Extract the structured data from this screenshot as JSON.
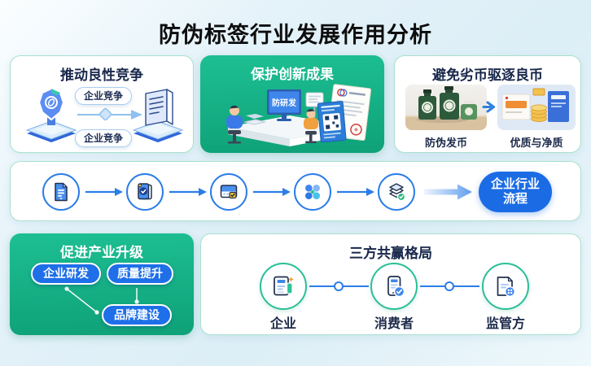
{
  "title": "防伪标签行业发展作用分析",
  "competition": {
    "title": "推动良性竞争",
    "pill_top": "企业竞争",
    "pill_bottom": "企业竞争"
  },
  "innovation": {
    "title": "保护创新成果",
    "monitor_text": "防研发"
  },
  "avoid": {
    "title": "避免劣币驱逐良币",
    "left_caption": "防伪发币",
    "right_caption": "优质与净质"
  },
  "flow": {
    "result": {
      "line1": "企业行业",
      "line2": "流程"
    },
    "icon_names": [
      "document-icon",
      "clipboard-check-icon",
      "browser-check-icon",
      "four-circles-icon",
      "layers-check-icon"
    ]
  },
  "upgrade": {
    "title": "促进产业升级",
    "pills": [
      "企业研发",
      "质量提升",
      "品牌建设"
    ]
  },
  "winwin": {
    "title": "三方共赢格局",
    "items": [
      {
        "label": "企业",
        "icon": "clipboard-doc-icon"
      },
      {
        "label": "消费者",
        "icon": "phone-check-icon"
      },
      {
        "label": "监管方",
        "icon": "document-grid-icon"
      }
    ]
  },
  "colors": {
    "green_panel": "#12b286",
    "blue_pill": "#1e6fe8",
    "flow_blue": "#2b7de9",
    "teal_ring": "#2abf97",
    "navy_text": "#1c2a4a",
    "result_pill": "#1b6ce4"
  }
}
